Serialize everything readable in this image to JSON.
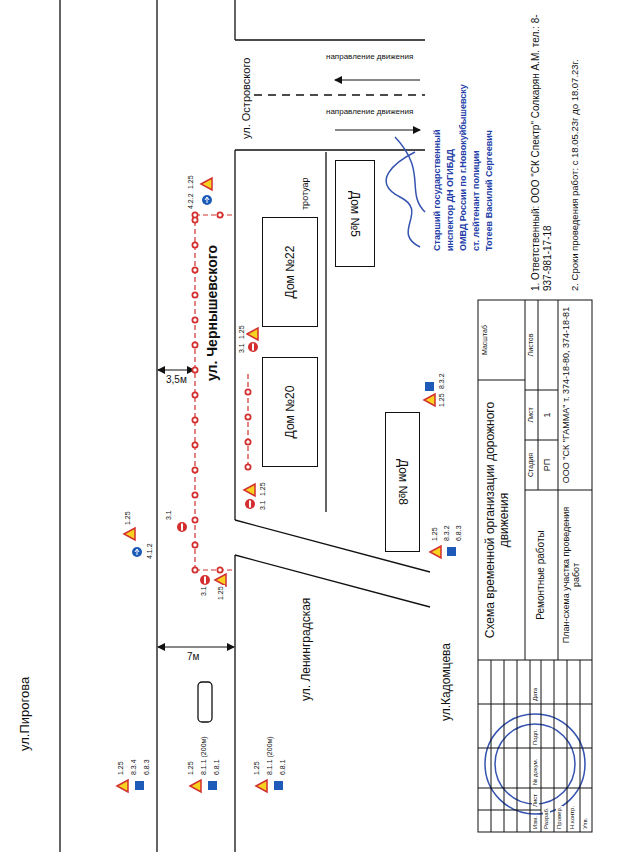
{
  "diagram": {
    "title": "Схема временной организации дорожного движения",
    "nodes": [
      {
        "text": [
          "Дом №5"
        ]
      },
      {
        "text": [
          "Дом №22"
        ]
      },
      {
        "text": [
          "Дом №20"
        ]
      },
      {
        "text": [
          "Дом №8"
        ]
      }
    ],
    "labels": [
      "ул. Чернышевского",
      "ул. Островского",
      "ул.Пирогова",
      "ул. Ленинградская",
      "ул.Кадомцева",
      "тротуар",
      "3,5м",
      "7м",
      "направление движения",
      "направление движения",
      "4.2.2",
      "1.25",
      "3.1",
      "1.25",
      "3.1",
      "3.1",
      "1.25",
      "3.1",
      "1.25",
      "4.1.2",
      "1.25",
      "1.25",
      "8.3.2",
      "1.25",
      "8.3.2",
      "6.8.3",
      "1.25",
      "8.3.4",
      "6.8.3",
      "1.25",
      "8.1.1 (200м)",
      "6.8.1",
      "1.25",
      "8.1.1 (200м)",
      "6.8.1",
      "Масштаб",
      "Ремонтные работы",
      "Стадия",
      "Лист",
      "Листов",
      "РП",
      "1",
      "План-схема участка проведения работ",
      "ООО \"СК \"ГАММА\" т. 374-18-80, 374-18-81",
      "Изм.",
      "Лист",
      "№ докум.",
      "Подп.",
      "Дата",
      "Разраб.",
      "Провер.",
      "Н.контр.",
      "Утв.",
      "Старший государственный",
      "инспектор ДН ОГИБДД",
      "ОМВД России по г.Новокуйбышевску",
      "ст. лейтенант полиции",
      "Тотеев Василий Сергеевич",
      "1. Ответственный: ООО \"СК Спектр\" Солкарян А.М. тел.: 8-937-981-17-18",
      "2. Сроки проведения работ: с 18.05.23г до 18.07.23г."
    ]
  }
}
